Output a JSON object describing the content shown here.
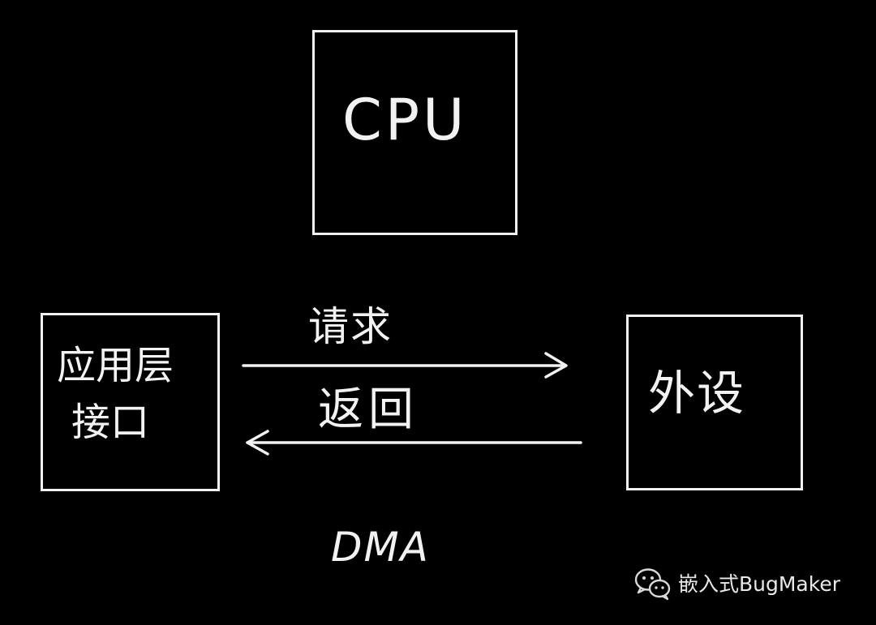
{
  "diagram": {
    "nodes": {
      "cpu": {
        "label": "CPU"
      },
      "app_interface": {
        "label_line1": "应用层",
        "label_line2": "接口"
      },
      "peripheral": {
        "label": "外设"
      }
    },
    "edges": {
      "request": {
        "label": "请求",
        "from": "app_interface",
        "to": "peripheral"
      },
      "return": {
        "label": "返回",
        "from": "peripheral",
        "to": "app_interface"
      }
    },
    "caption": "DMA",
    "stroke_color": "#f2f2f2",
    "background_color": "#000000"
  },
  "watermark": {
    "icon": "wechat-icon",
    "text": "嵌入式BugMaker"
  }
}
